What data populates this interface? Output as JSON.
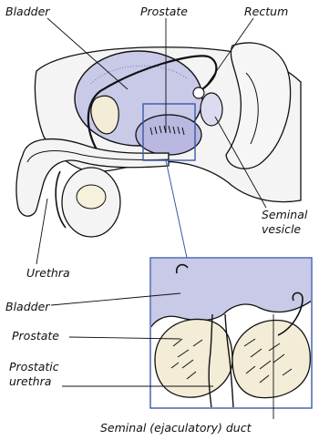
{
  "labels": {
    "bladder_top": "Bladder",
    "prostate_top": "Prostate",
    "rectum": "Rectum",
    "seminal_vesicle_line1": "Seminal",
    "seminal_vesicle_line2": "vesicle",
    "urethra": "Urethra",
    "bladder_inset": "Bladder",
    "prostate_inset": "Prostate",
    "prostatic_urethra_line1": "Prostatic",
    "prostatic_urethra_line2": "urethra",
    "seminal_duct": "Seminal (ejaculatory) duct"
  },
  "colors": {
    "bladder_fill": "#c9c9e8",
    "prostate_fill": "#b8b8e0",
    "inset_border": "#3a5aa8",
    "line": "#111111",
    "tissue": "#ffffff"
  }
}
